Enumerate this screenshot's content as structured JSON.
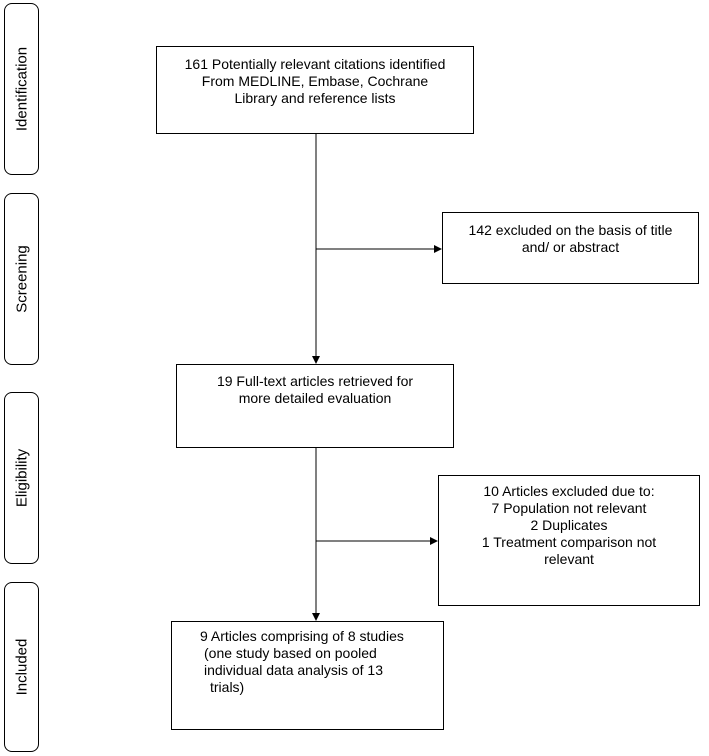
{
  "stages": [
    {
      "label": "Identification"
    },
    {
      "label": "Screening"
    },
    {
      "label": "Eligibility"
    },
    {
      "label": "Included"
    }
  ],
  "boxes": {
    "identified": {
      "lines": [
        "161 Potentially relevant citations identified",
        "From MEDLINE, Embase, Cochrane",
        "Library and reference lists"
      ]
    },
    "excluded_title": {
      "lines": [
        "142 excluded on the basis of title",
        "and/ or abstract"
      ]
    },
    "full_text": {
      "lines": [
        "19 Full-text articles retrieved for",
        "more detailed evaluation"
      ]
    },
    "excluded_articles": {
      "lines": [
        "10 Articles excluded due to:",
        "7 Population not relevant",
        "2 Duplicates",
        "1 Treatment comparison not",
        "relevant"
      ]
    },
    "included": {
      "lines": [
        "9 Articles comprising of 8 studies",
        "(one study based on pooled",
        "individual data analysis of 13",
        "trials)"
      ]
    }
  }
}
